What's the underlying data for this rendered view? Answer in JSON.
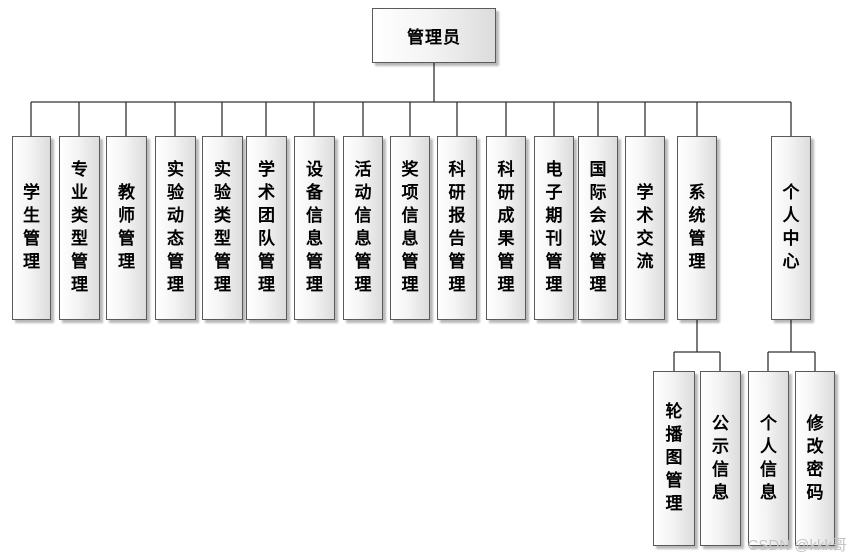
{
  "root": {
    "label": "管理员"
  },
  "modules": [
    {
      "id": "student",
      "label": "学生管理"
    },
    {
      "id": "major-type",
      "label": "专业类型管理"
    },
    {
      "id": "teacher",
      "label": "教师管理"
    },
    {
      "id": "lab-news",
      "label": "实验动态管理"
    },
    {
      "id": "lab-type",
      "label": "实验类型管理"
    },
    {
      "id": "academic-team",
      "label": "学术团队管理"
    },
    {
      "id": "equipment",
      "label": "设备信息管理"
    },
    {
      "id": "activity",
      "label": "活动信息管理"
    },
    {
      "id": "award",
      "label": "奖项信息管理"
    },
    {
      "id": "research-report",
      "label": "科研报告管理"
    },
    {
      "id": "research-result",
      "label": "科研成果管理"
    },
    {
      "id": "e-journal",
      "label": "电子期刊管理"
    },
    {
      "id": "intl-conference",
      "label": "国际会议管理"
    },
    {
      "id": "academic-exchange",
      "label": "学术交流"
    },
    {
      "id": "system",
      "label": "系统管理",
      "children": [
        "轮播图管理",
        "公示信息"
      ]
    },
    {
      "id": "personal-center",
      "label": "个人中心",
      "children": [
        "个人信息",
        "修改密码"
      ]
    }
  ],
  "watermark": "CSDN @kkk哥"
}
